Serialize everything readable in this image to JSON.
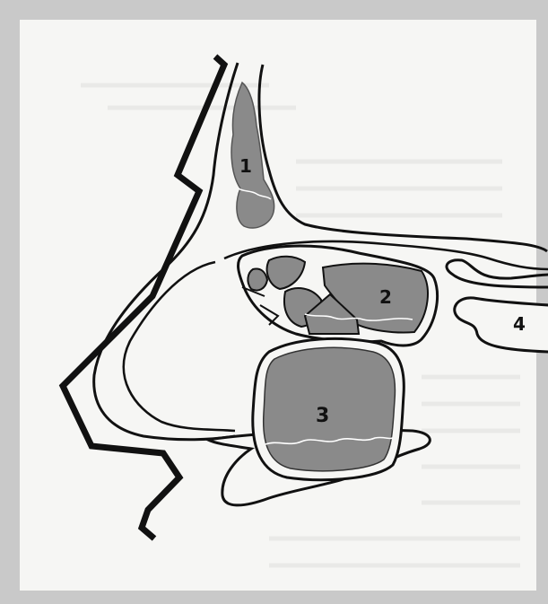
{
  "diagram": {
    "labels": [
      {
        "id": "frontal",
        "text": "1"
      },
      {
        "id": "ethmoid",
        "text": "2"
      },
      {
        "id": "maxillary",
        "text": "3"
      },
      {
        "id": "sphenoid",
        "text": "4"
      }
    ]
  },
  "colors": {
    "paper": "#f6f6f4",
    "frame": "#c9c9c9",
    "outline": "#111111",
    "sinus_fill": "#8a8a8a",
    "fluid_line": "#ffffff"
  }
}
